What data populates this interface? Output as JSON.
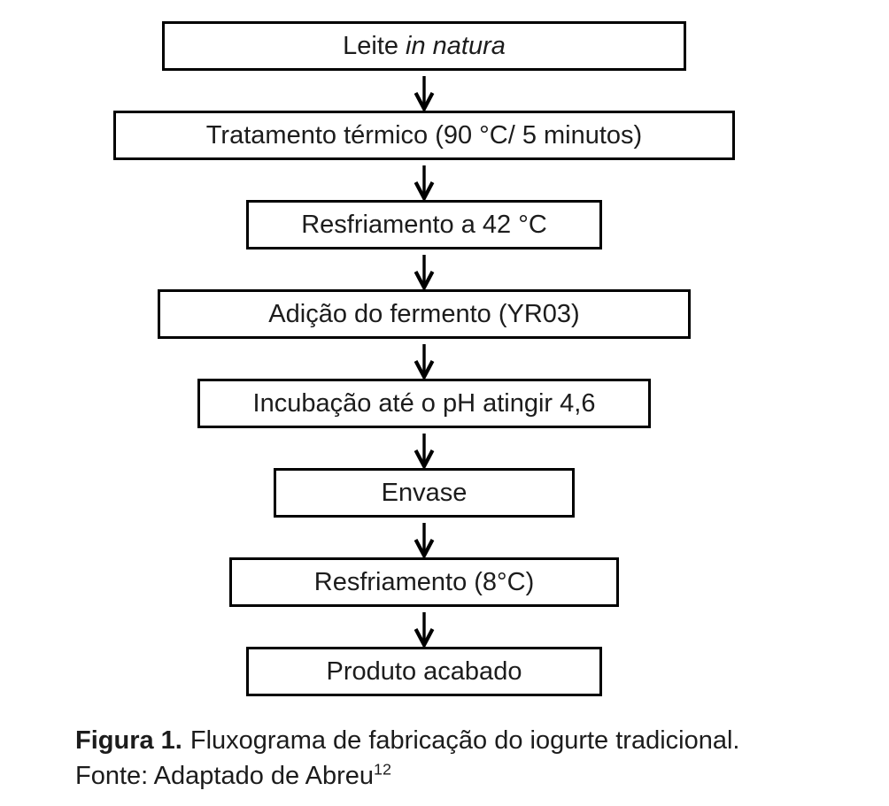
{
  "figure": {
    "steps": [
      {
        "prefix": "Leite",
        "italic_suffix": "in natura"
      },
      {
        "label": "Tratamento térmico (90 °C/ 5 minutos)"
      },
      {
        "label": "Resfriamento a 42 °C"
      },
      {
        "label": "Adição do fermento (YR03)"
      },
      {
        "label": "Incubação até o pH atingir 4,6"
      },
      {
        "label": "Envase"
      },
      {
        "label": "Resfriamento (8°C)"
      },
      {
        "label": "Produto acabado"
      }
    ],
    "caption": {
      "figure_label": "Figura 1.",
      "title": "Fluxograma de fabricação do iogurte tradicional.",
      "source": "Fonte: Adaptado de Abreu",
      "source_superscript": "12"
    },
    "colors": {
      "box_border": "#000000",
      "arrow": "#000000",
      "text": "#1c1c1c",
      "background": "#ffffff"
    }
  }
}
